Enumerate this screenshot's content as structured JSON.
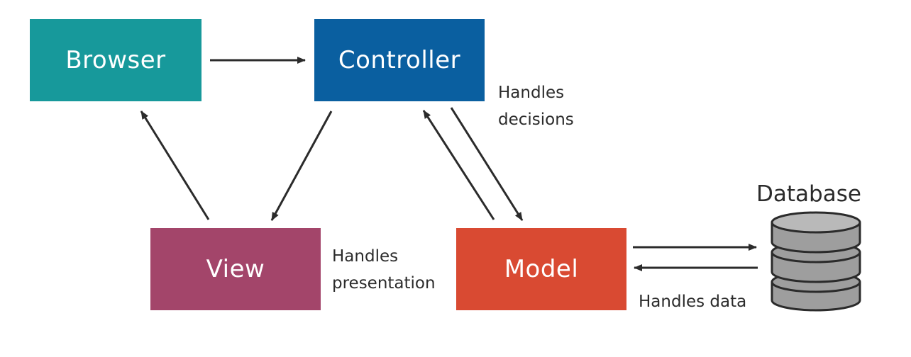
{
  "colors": {
    "browser": "#17999b",
    "controller": "#0a5fa0",
    "view": "#a3456a",
    "model": "#d94a32",
    "arrow": "#2b2b2b",
    "db_fill": "#9e9e9e",
    "db_top": "#b9b9b9",
    "db_stroke": "#2b2b2b"
  },
  "nodes": {
    "browser": "Browser",
    "controller": "Controller",
    "view": "View",
    "model": "Model"
  },
  "notes": {
    "decisions_line1": "Handles",
    "decisions_line2": "decisions",
    "presentation_line1": "Handles",
    "presentation_line2": "presentation",
    "data": "Handles data"
  },
  "database": {
    "label": "Database",
    "icon": "database-icon"
  }
}
